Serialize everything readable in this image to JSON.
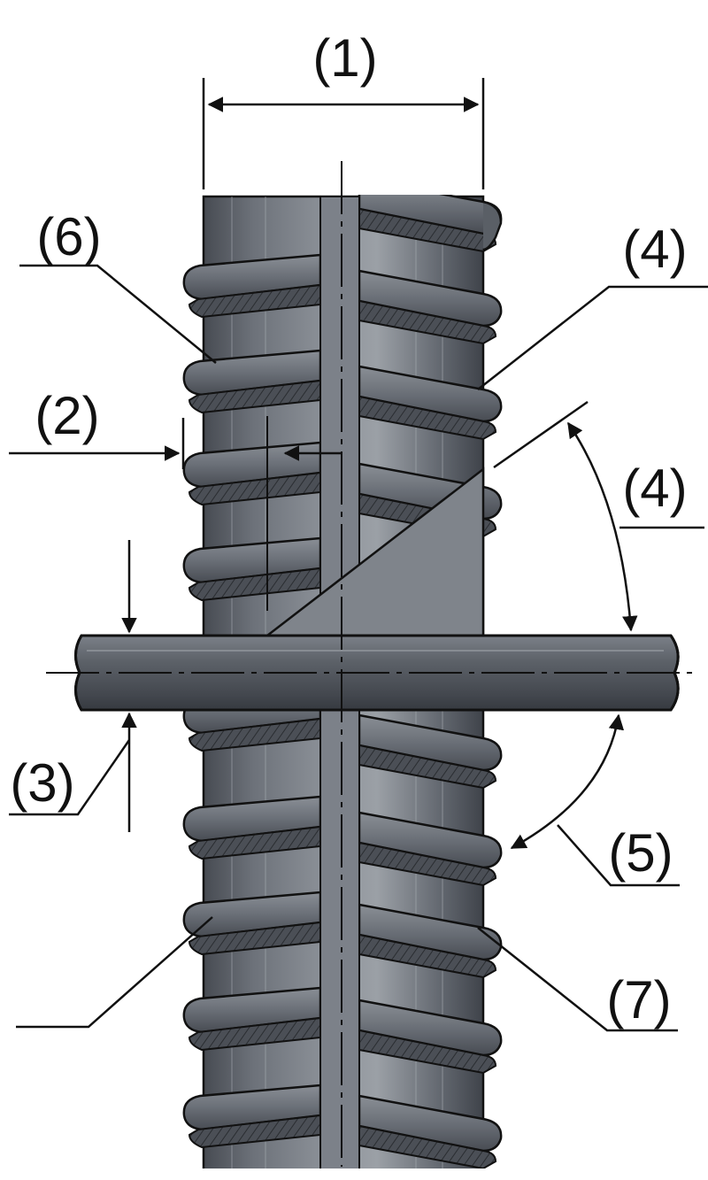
{
  "callouts": {
    "c1": "(1)",
    "c2": "(2)",
    "c3": "(3)",
    "c4_top": "(4)",
    "c4_angle": "(4)",
    "c5": "(5)",
    "c6": "(6)",
    "c7": "(7)"
  },
  "watermark": "",
  "colors": {
    "bar_fill": "#5e636b",
    "bar_light": "#8d9299",
    "bar_dark": "#3b3f45",
    "outline": "#111111",
    "background": "#ffffff"
  }
}
